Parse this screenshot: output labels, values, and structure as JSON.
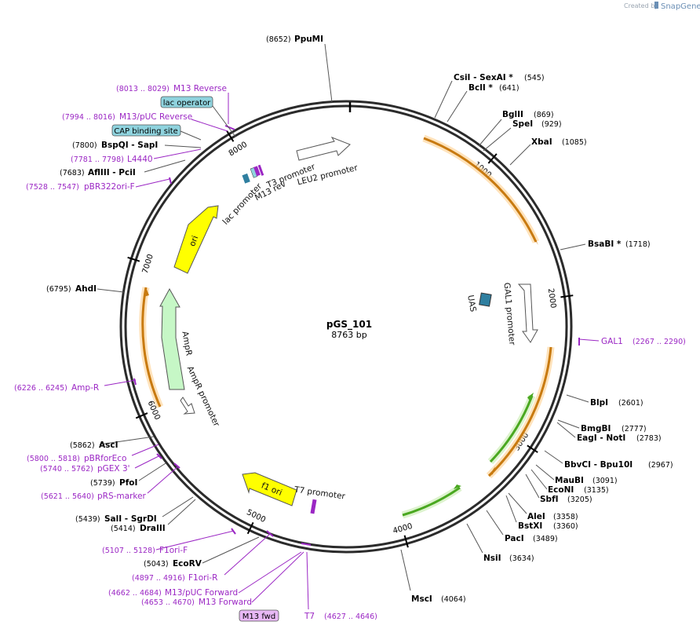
{
  "credit": {
    "prefix": "Created by",
    "brand": "SnapGene"
  },
  "plasmid": {
    "name": "pGS_101",
    "length": 8763,
    "length_label": "8763 bp"
  },
  "ticks": [
    {
      "pos": 1000,
      "label": "1000"
    },
    {
      "pos": 2000,
      "label": "2000"
    },
    {
      "pos": 3000,
      "label": "3000"
    },
    {
      "pos": 4000,
      "label": "4000"
    },
    {
      "pos": 5000,
      "label": "5000"
    },
    {
      "pos": 6000,
      "label": "6000"
    },
    {
      "pos": 7000,
      "label": "7000"
    },
    {
      "pos": 8000,
      "label": "8000"
    }
  ],
  "enzymes": [
    {
      "pos": 8652,
      "name": "PpuMI",
      "pos_label": "(8652)"
    },
    {
      "pos": 545,
      "name": "CsiI  - SexAI *",
      "pos_label": "(545)"
    },
    {
      "pos": 641,
      "name": "BclI *",
      "pos_label": "(641)"
    },
    {
      "pos": 869,
      "name": "BglII",
      "pos_label": "(869)"
    },
    {
      "pos": 929,
      "name": "SpeI",
      "pos_label": "(929)"
    },
    {
      "pos": 1085,
      "name": "XbaI",
      "pos_label": "(1085)"
    },
    {
      "pos": 1718,
      "name": "BsaBI *",
      "pos_label": "(1718)"
    },
    {
      "pos": 2601,
      "name": "BlpI",
      "pos_label": "(2601)"
    },
    {
      "pos": 2777,
      "name": "BmgBI",
      "pos_label": "(2777)"
    },
    {
      "pos": 2783,
      "name": "EagI  - NotI",
      "pos_label": "(2783)"
    },
    {
      "pos": 2967,
      "name": "BbvCI  - Bpu10I",
      "pos_label": "(2967)"
    },
    {
      "pos": 3091,
      "name": "MauBI",
      "pos_label": "(3091)"
    },
    {
      "pos": 3135,
      "name": "EcoNI",
      "pos_label": "(3135)"
    },
    {
      "pos": 3205,
      "name": "SbfI",
      "pos_label": "(3205)"
    },
    {
      "pos": 3358,
      "name": "AleI",
      "pos_label": "(3358)"
    },
    {
      "pos": 3360,
      "name": "BstXI",
      "pos_label": "(3360)"
    },
    {
      "pos": 3489,
      "name": "PacI",
      "pos_label": "(3489)"
    },
    {
      "pos": 3634,
      "name": "NsiI",
      "pos_label": "(3634)"
    },
    {
      "pos": 4064,
      "name": "MscI",
      "pos_label": "(4064)"
    },
    {
      "pos": 5043,
      "name": "DraIII",
      "pos_label": "(5043)"
    },
    {
      "pos": 5414,
      "name": "EcoRV",
      "pos_label": "(5414)"
    },
    {
      "pos": 5439,
      "name": "SalI  - SgrDI",
      "pos_label": "(5439)"
    },
    {
      "pos": 5739,
      "name": "PfoI",
      "pos_label": "(5739)"
    },
    {
      "pos": 5862,
      "name": "AscI",
      "pos_label": "(5862)"
    },
    {
      "pos": 6795,
      "name": "AhdI",
      "pos_label": "(6795)"
    },
    {
      "pos": 7683,
      "name": "AflIII  - PciI",
      "pos_label": "(7683)"
    },
    {
      "pos": 7800,
      "name": "BspQI  - SapI",
      "pos_label": "(7800)"
    }
  ],
  "primers": [
    {
      "name": "M13 Reverse",
      "range": "(8013 .. 8029)"
    },
    {
      "name": "M13/pUC Reverse",
      "range": "(7994 .. 8016)"
    },
    {
      "name": "L4440",
      "range": "(7781 .. 7798)"
    },
    {
      "name": "pBR322ori-F",
      "range": "(7528 .. 7547)"
    },
    {
      "name": "GAL1",
      "range": "(2267 .. 2290)"
    },
    {
      "name": "Amp-R",
      "range": "(6226 .. 6245)"
    },
    {
      "name": "pBRforEco",
      "range": "(5800 .. 5818)"
    },
    {
      "name": "pGEX 3'",
      "range": "(5740 .. 5762)"
    },
    {
      "name": "pRS-marker",
      "range": "(5621 .. 5640)"
    },
    {
      "name": "F1ori-F",
      "range": "(5107 .. 5128)"
    },
    {
      "name": "F1ori-R",
      "range": "(4897 .. 4916)"
    },
    {
      "name": "M13/pUC Forward",
      "range": "(4662 .. 4684)"
    },
    {
      "name": "M13 Forward",
      "range": "(4653 .. 4670)"
    },
    {
      "name": "T7",
      "range": "(4627 .. 4646)"
    }
  ],
  "features": [
    {
      "name": "lac operator",
      "kind": "boxed"
    },
    {
      "name": "CAP binding site",
      "kind": "boxed"
    },
    {
      "name": "M13 fwd",
      "kind": "boxed"
    },
    {
      "name": "ori",
      "kind": "feature"
    },
    {
      "name": "lac promoter",
      "kind": "feature"
    },
    {
      "name": "M13 rev",
      "kind": "feature"
    },
    {
      "name": "T3 promoter",
      "kind": "feature"
    },
    {
      "name": "LEU2 promoter",
      "kind": "feature"
    },
    {
      "name": "UAS",
      "kind": "feature"
    },
    {
      "name": "GAL1 promoter",
      "kind": "feature"
    },
    {
      "name": "AmpR",
      "kind": "feature"
    },
    {
      "name": "AmpR promoter",
      "kind": "feature"
    },
    {
      "name": "f1 ori",
      "kind": "feature"
    },
    {
      "name": "T7 promoter",
      "kind": "feature"
    }
  ],
  "colors": {
    "backbone": "#2b2b2b",
    "ori": "#ffff00",
    "ampr": "#c6f7c6",
    "orf": "#f0a020",
    "green_orf": "#4aa820",
    "uas": "#2f7fa0",
    "primer": "#9b27c4",
    "boxed_fill": "#8fd3de",
    "boxed_fwd": "#e8b8f5"
  }
}
